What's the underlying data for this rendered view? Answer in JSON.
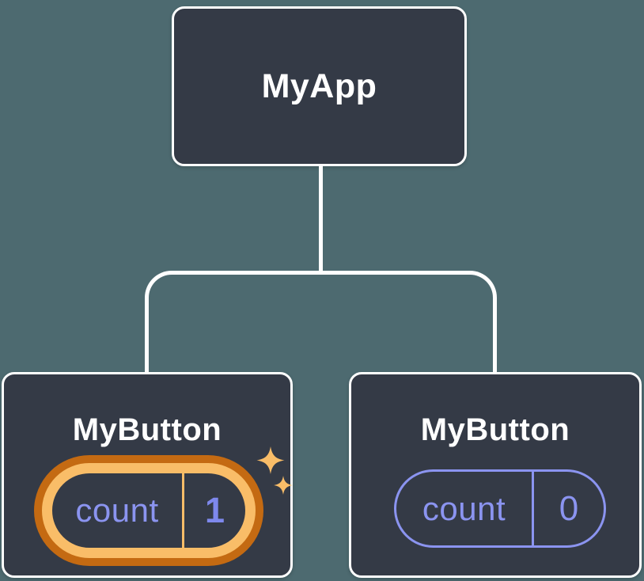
{
  "colors": {
    "background": "#4d6a70",
    "node-fill": "#343a46",
    "line": "#ffffff",
    "text": "#ffffff",
    "orange": "#f9bd68",
    "orange-dark": "#c46a12",
    "purple": "#8b94f0",
    "purple-bold": "#7e88ec"
  },
  "tree": {
    "root": {
      "label": "MyApp"
    },
    "children": [
      {
        "label": "MyButton",
        "state": {
          "key": "count",
          "value": "1",
          "highlighted": true
        }
      },
      {
        "label": "MyButton",
        "state": {
          "key": "count",
          "value": "0",
          "highlighted": false
        }
      }
    ]
  },
  "icons": {
    "sparkle_large": "sparkle-icon",
    "sparkle_small": "sparkle-icon"
  }
}
